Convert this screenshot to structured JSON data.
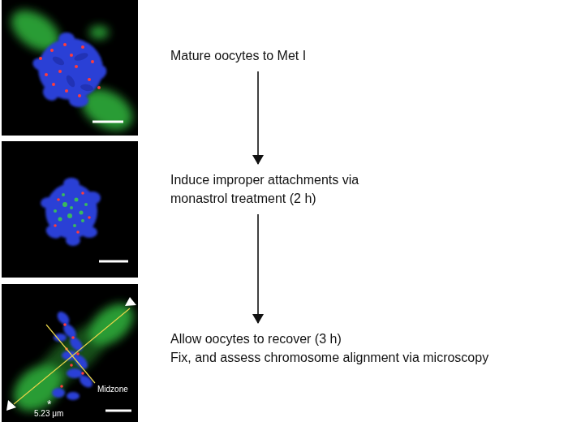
{
  "diagram": {
    "nodes": [
      {
        "text": [
          "Mature oocytes to Met I"
        ]
      },
      {
        "text": [
          "Induce improper attachments via monastrol treatment (2 h)"
        ]
      },
      {
        "text": [
          "Allow oocytes to recover (3 h)",
          "Fix, and assess chromosome alignment via microscopy"
        ]
      }
    ],
    "edges": [
      {
        "from": 0,
        "to": 1,
        "arrow": "to"
      },
      {
        "from": 1,
        "to": 2,
        "arrow": "to"
      }
    ],
    "labels": [
      "Midzone",
      "*",
      "5.23 μm"
    ]
  }
}
